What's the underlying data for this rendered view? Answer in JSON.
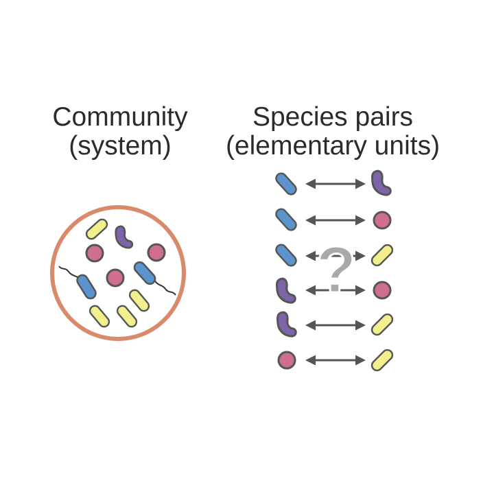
{
  "community": {
    "title": "Community",
    "subtitle": "(system)"
  },
  "pairs": {
    "title": "Species pairs",
    "subtitle": "(elementary units)",
    "question_mark": "?",
    "rows": [
      [
        "blue-rod",
        "purple-bean"
      ],
      [
        "blue-rod",
        "pink-coccus"
      ],
      [
        "blue-rod",
        "yellow-rod"
      ],
      [
        "purple-bean",
        "pink-coccus"
      ],
      [
        "purple-bean",
        "yellow-rod"
      ],
      [
        "pink-coccus",
        "yellow-rod"
      ]
    ]
  },
  "colors": {
    "blue": "#5b93cf",
    "purple": "#7d63a8",
    "pink": "#cf6e8d",
    "yellow": "#f3ef8e",
    "outline": "#555555",
    "ring": "#d98a6b",
    "arrow": "#555555",
    "question_fill": "#a9a9a9"
  }
}
